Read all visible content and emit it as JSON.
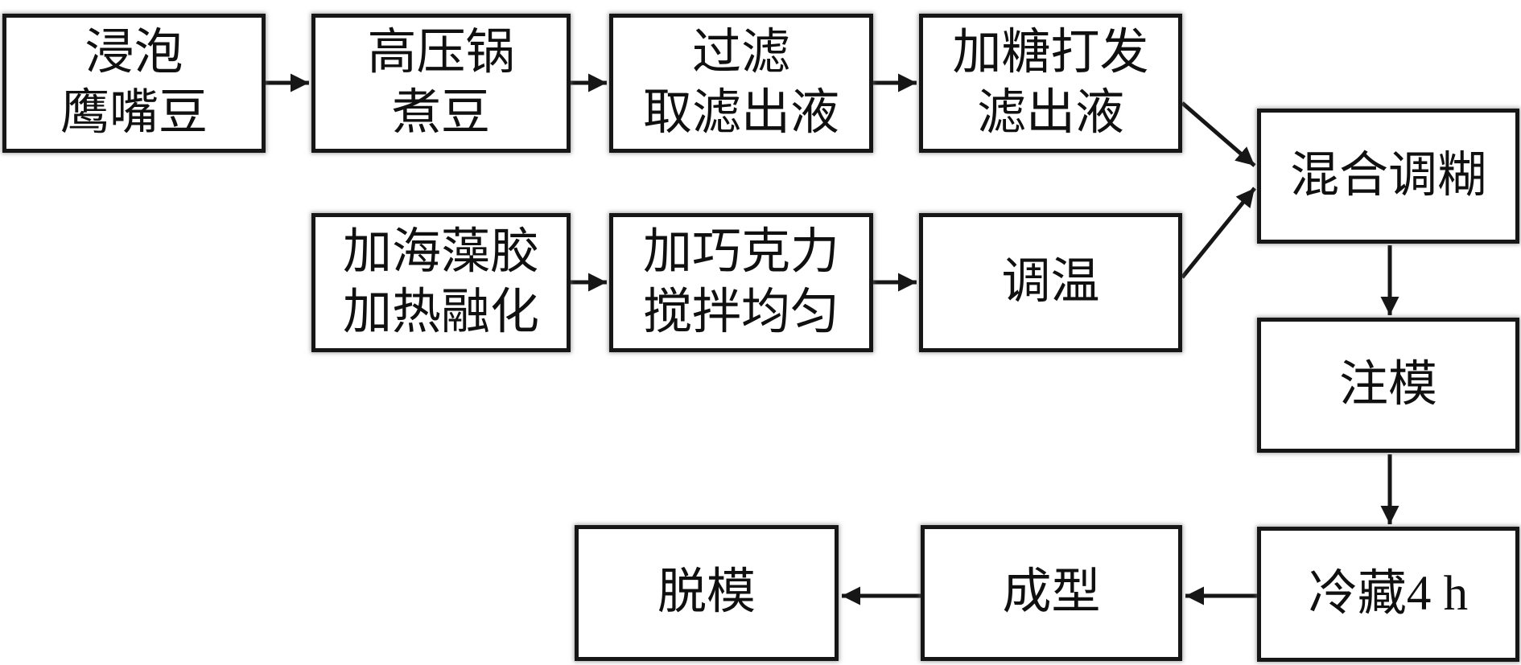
{
  "figure": {
    "type": "flowchart",
    "background": "#ffffff",
    "colors": {
      "box_fill": "#ffffff",
      "box_border": "#161616",
      "arrow": "#161616",
      "text": "#101010"
    }
  },
  "flowchart": {
    "nodes": [
      {
        "id": "soak-chickpeas",
        "lines": [
          "浸泡",
          "鹰嘴豆"
        ]
      },
      {
        "id": "pressure-cook",
        "lines": [
          "高压锅",
          "煮豆"
        ]
      },
      {
        "id": "filter-liquid",
        "lines": [
          "过滤",
          "取滤出液"
        ]
      },
      {
        "id": "whip-with-sugar",
        "lines": [
          "加糖打发",
          "滤出液"
        ]
      },
      {
        "id": "melt-algin",
        "lines": [
          "加海藻胶",
          "加热融化"
        ]
      },
      {
        "id": "add-chocolate",
        "lines": [
          "加巧克力",
          "搅拌均匀"
        ]
      },
      {
        "id": "temper",
        "lines": [
          "调温"
        ]
      },
      {
        "id": "mix-paste",
        "lines": [
          "混合调糊"
        ]
      },
      {
        "id": "pour-into-mold",
        "lines": [
          "注模"
        ]
      },
      {
        "id": "refrigerate-4h",
        "lines": [
          "冷藏4 h"
        ]
      },
      {
        "id": "set-shape",
        "lines": [
          "成型"
        ]
      },
      {
        "id": "demold",
        "lines": [
          "脱模"
        ]
      }
    ],
    "edges": [
      {
        "from": "浸泡鹰嘴豆",
        "to": "高压锅煮豆"
      },
      {
        "from": "高压锅煮豆",
        "to": "过滤取滤出液"
      },
      {
        "from": "过滤取滤出液",
        "to": "加糖打发滤出液"
      },
      {
        "from": "加糖打发滤出液",
        "to": "混合调糊"
      },
      {
        "from": "加海藻胶加热融化",
        "to": "加巧克力搅拌均匀"
      },
      {
        "from": "加巧克力搅拌均匀",
        "to": "调温"
      },
      {
        "from": "调温",
        "to": "混合调糊"
      },
      {
        "from": "混合调糊",
        "to": "注模"
      },
      {
        "from": "注模",
        "to": "冷藏4 h"
      },
      {
        "from": "冷藏4 h",
        "to": "成型"
      },
      {
        "from": "成型",
        "to": "脱模"
      }
    ]
  }
}
